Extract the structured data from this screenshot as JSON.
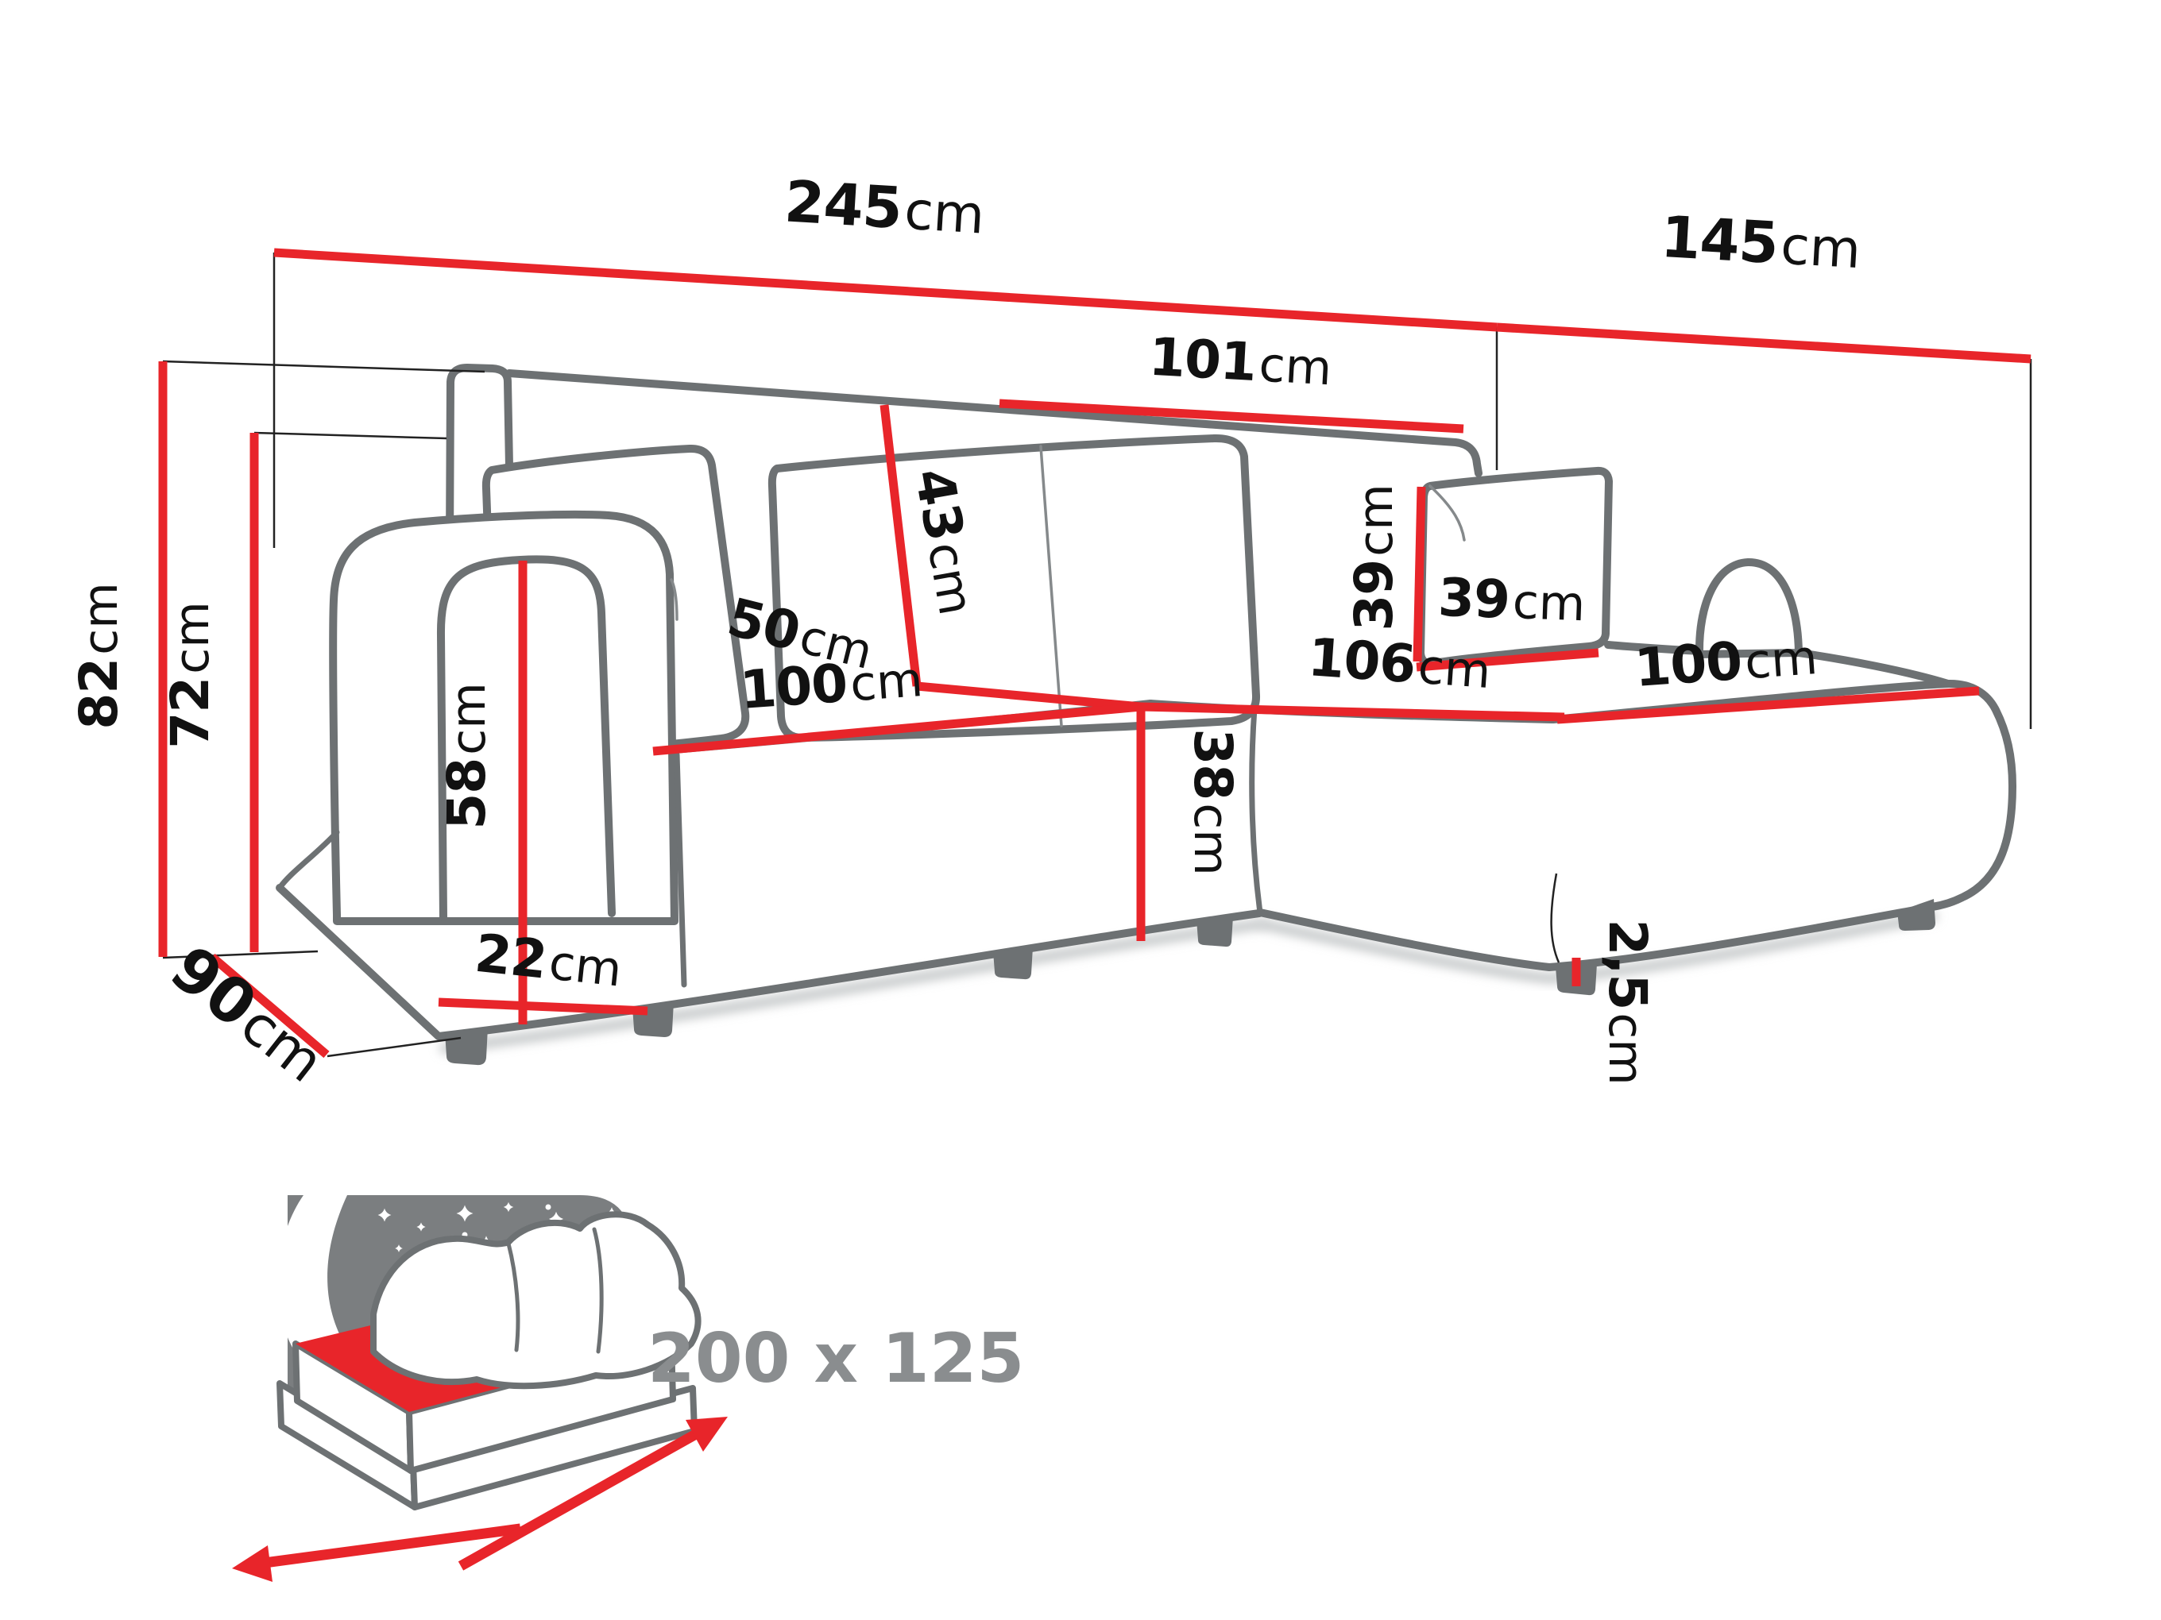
{
  "diagram": {
    "type": "corner-sofa-dimension-diagram",
    "unit": "cm",
    "colors": {
      "dimension_line_red": "#e8252a",
      "outline_gray": "#6d7173",
      "label_black": "#111111",
      "icon_gray": "#7b7e80",
      "sleeping_text_gray": "#8a8d8f"
    },
    "dims": {
      "overall_width": {
        "num": "245",
        "unit": "cm",
        "value": 245
      },
      "overall_depth": {
        "num": "145",
        "unit": "cm",
        "value": 145
      },
      "back_width": {
        "num": "101",
        "unit": "cm",
        "value": 101
      },
      "backrest_height": {
        "num": "43",
        "unit": "cm",
        "value": 43
      },
      "total_height": {
        "num": "82",
        "unit": "cm",
        "value": 82
      },
      "armrest_height": {
        "num": "72",
        "unit": "cm",
        "value": 72
      },
      "arm_front_height": {
        "num": "58",
        "unit": "cm",
        "value": 58
      },
      "armrest_width": {
        "num": "22",
        "unit": "cm",
        "value": 22
      },
      "side_depth": {
        "num": "90",
        "unit": "cm",
        "value": 90
      },
      "seat_width": {
        "num": "100",
        "unit": "cm",
        "value": 100
      },
      "seat_depth": {
        "num": "50",
        "unit": "cm",
        "value": 50
      },
      "seat_height": {
        "num": "38",
        "unit": "cm",
        "value": 38
      },
      "chaise_length": {
        "num": "106",
        "unit": "cm",
        "value": 106
      },
      "cushion_height": {
        "num": "39",
        "unit": "cm",
        "value": 39
      },
      "cushion_width": {
        "num": "39",
        "unit": "cm",
        "value": 39
      },
      "chaise_seat_width": {
        "num": "100",
        "unit": "cm",
        "value": 100
      },
      "leg_height": {
        "num": "2,5",
        "unit": "cm",
        "value": 2.5
      }
    },
    "sleeping_area": {
      "text": "200 x 125",
      "width_cm": 200,
      "depth_cm": 125
    }
  }
}
